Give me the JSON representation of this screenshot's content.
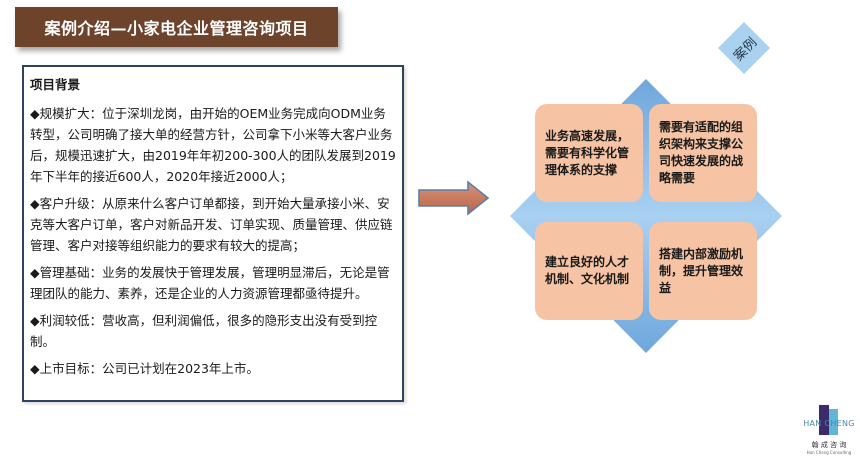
{
  "title": "案例介绍—小家电企业管理咨询项目",
  "tag": "案例",
  "background": {
    "heading": "项目背景",
    "paragraphs": [
      "◆规模扩大：位于深圳龙岗，由开始的OEM业务完成向ODM业务转型，公司明确了接大单的经营方针，公司拿下小米等大客户业务后，规模迅速扩大，由2019年年初200-300人的团队发展到2019年下半年的接近600人，2020年接近2000人；",
      "◆客户升级：从原来什么客户订单都接，到开始大量承接小米、安克等大客户订单，客户对新品开发、订单实现、质量管理、供应链管理、客户对接等组织能力的要求有较大的提高；",
      "◆管理基础：业务的发展快于管理发展，管理明显滞后，无论是管理团队的能力、素养，还是企业的人力资源管理都亟待提升。",
      "◆利润较低：营收高，但利润偏低，很多的隐形支出没有受到控制。",
      "◆上市目标：公司已计划在2023年上市。"
    ]
  },
  "matrix": {
    "top_left": "业务高速发展，需要有科学化管理体系的支撑",
    "top_right": "需要有适配的组织架构来支撑公司快速发展的战略需要",
    "bottom_left": "建立良好的人才机制、文化机制",
    "bottom_right": "搭建内部激励机制，提升管理效益"
  },
  "logo": {
    "name_en": "HAN CHENG",
    "name_cn": "翰 成 咨 询",
    "sub": "Han Cheng Consulting"
  },
  "colors": {
    "title_bg": "#6d432c",
    "box_border": "#2f4260",
    "cell_fill": "#f6c4a4",
    "diamond_blue": "#8fbde9",
    "arrow_fill": "#c77a5e",
    "tag_fill": "#a9d2ee"
  }
}
